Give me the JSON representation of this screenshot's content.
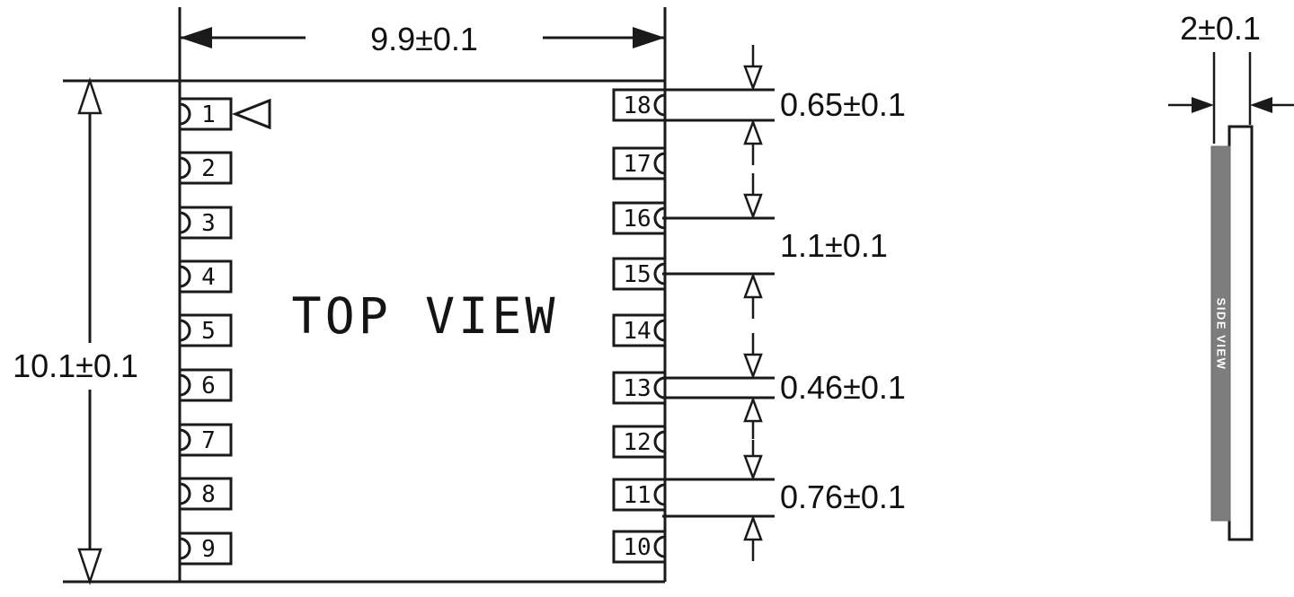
{
  "drawing": {
    "top_view": {
      "title": "TOP VIEW",
      "width_dim": "9.9±0.1",
      "height_dim": "10.1±0.1",
      "left_pins": [
        "1",
        "2",
        "3",
        "4",
        "5",
        "6",
        "7",
        "8",
        "9"
      ],
      "right_pins": [
        "18",
        "17",
        "16",
        "15",
        "14",
        "13",
        "12",
        "11",
        "10"
      ],
      "pad_dims": [
        "0.65±0.1",
        "1.1±0.1",
        "0.46±0.1",
        "0.76±0.1"
      ]
    },
    "side_view": {
      "title": "SIDE VIEW",
      "thickness_dim": "2±0.1"
    }
  },
  "colors": {
    "line": "#1a1a1a",
    "module_fill": "#7d7d7d",
    "background": "#ffffff"
  }
}
